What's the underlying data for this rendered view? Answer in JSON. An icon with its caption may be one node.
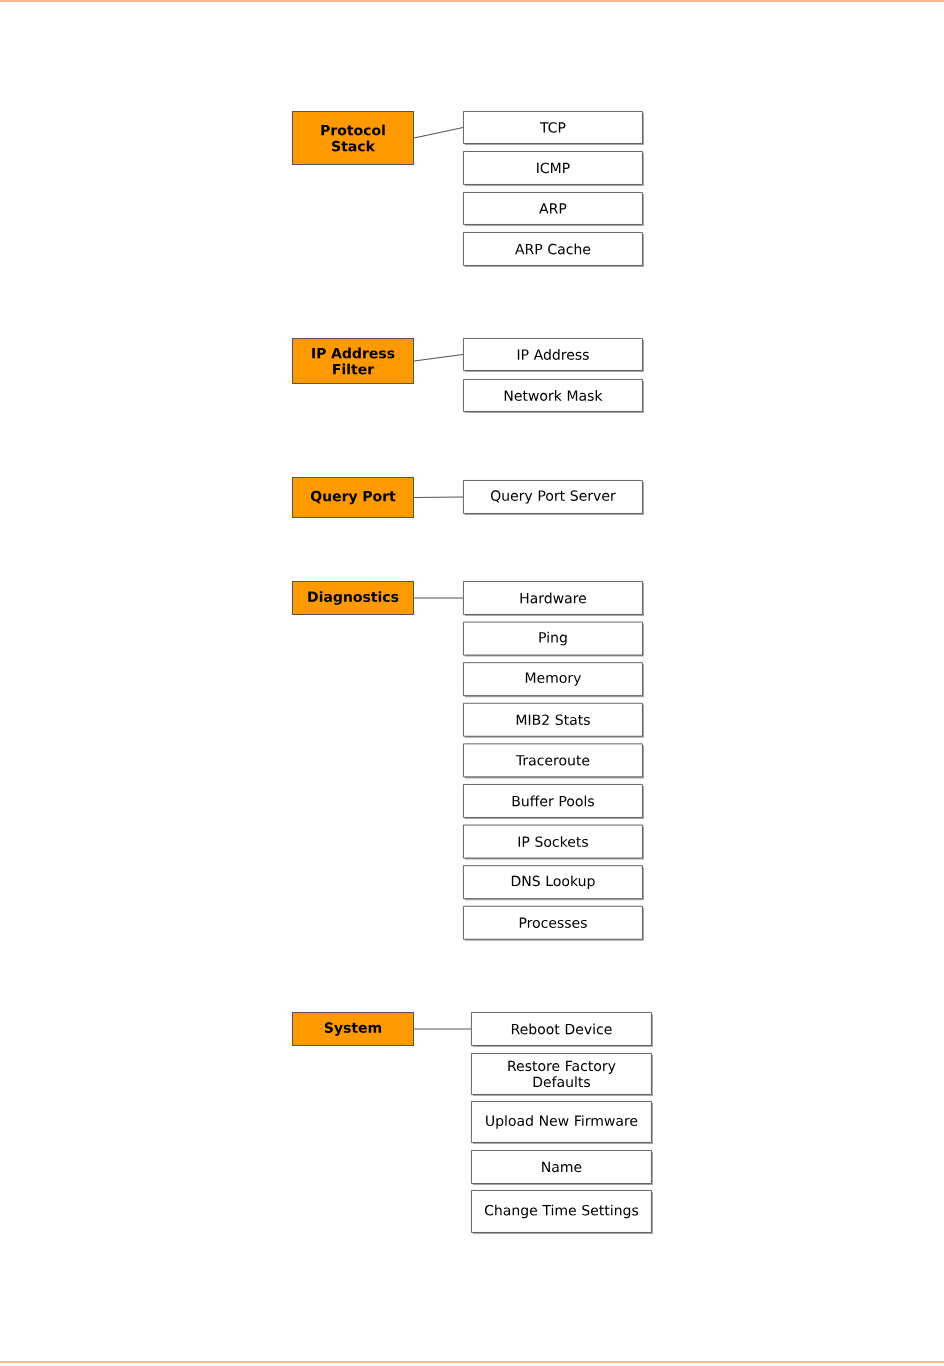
{
  "diagram": {
    "nodes": [
      {
        "text": [
          "Protocol Stack"
        ]
      },
      {
        "text": [
          "TCP"
        ]
      },
      {
        "text": [
          "ICMP"
        ]
      },
      {
        "text": [
          "ARP"
        ]
      },
      {
        "text": [
          "ARP Cache"
        ]
      },
      {
        "text": [
          "IP Address Filter"
        ]
      },
      {
        "text": [
          "IP Address"
        ]
      },
      {
        "text": [
          "Network Mask"
        ]
      },
      {
        "text": [
          "Query Port"
        ]
      },
      {
        "text": [
          "Query Port Server"
        ]
      },
      {
        "text": [
          "Diagnostics"
        ]
      },
      {
        "text": [
          "Hardware"
        ]
      },
      {
        "text": [
          "Ping"
        ]
      },
      {
        "text": [
          "Memory"
        ]
      },
      {
        "text": [
          "MIB2 Stats"
        ]
      },
      {
        "text": [
          "Traceroute"
        ]
      },
      {
        "text": [
          "Buffer Pools"
        ]
      },
      {
        "text": [
          "IP Sockets"
        ]
      },
      {
        "text": [
          "DNS Lookup"
        ]
      },
      {
        "text": [
          "Processes"
        ]
      },
      {
        "text": [
          "System"
        ]
      },
      {
        "text": [
          "Reboot Device"
        ]
      },
      {
        "text": [
          "Restore Factory Defaults"
        ]
      },
      {
        "text": [
          "Upload New Firmware"
        ]
      },
      {
        "text": [
          "Name"
        ]
      },
      {
        "text": [
          "Change Time Settings"
        ]
      }
    ],
    "edges": [
      {
        "from": 0,
        "to": 1,
        "arrow": "none"
      },
      {
        "from": 5,
        "to": 6,
        "arrow": "none"
      },
      {
        "from": 8,
        "to": 9,
        "arrow": "none"
      },
      {
        "from": 10,
        "to": 11,
        "arrow": "none"
      },
      {
        "from": 20,
        "to": 21,
        "arrow": "none"
      }
    ]
  }
}
